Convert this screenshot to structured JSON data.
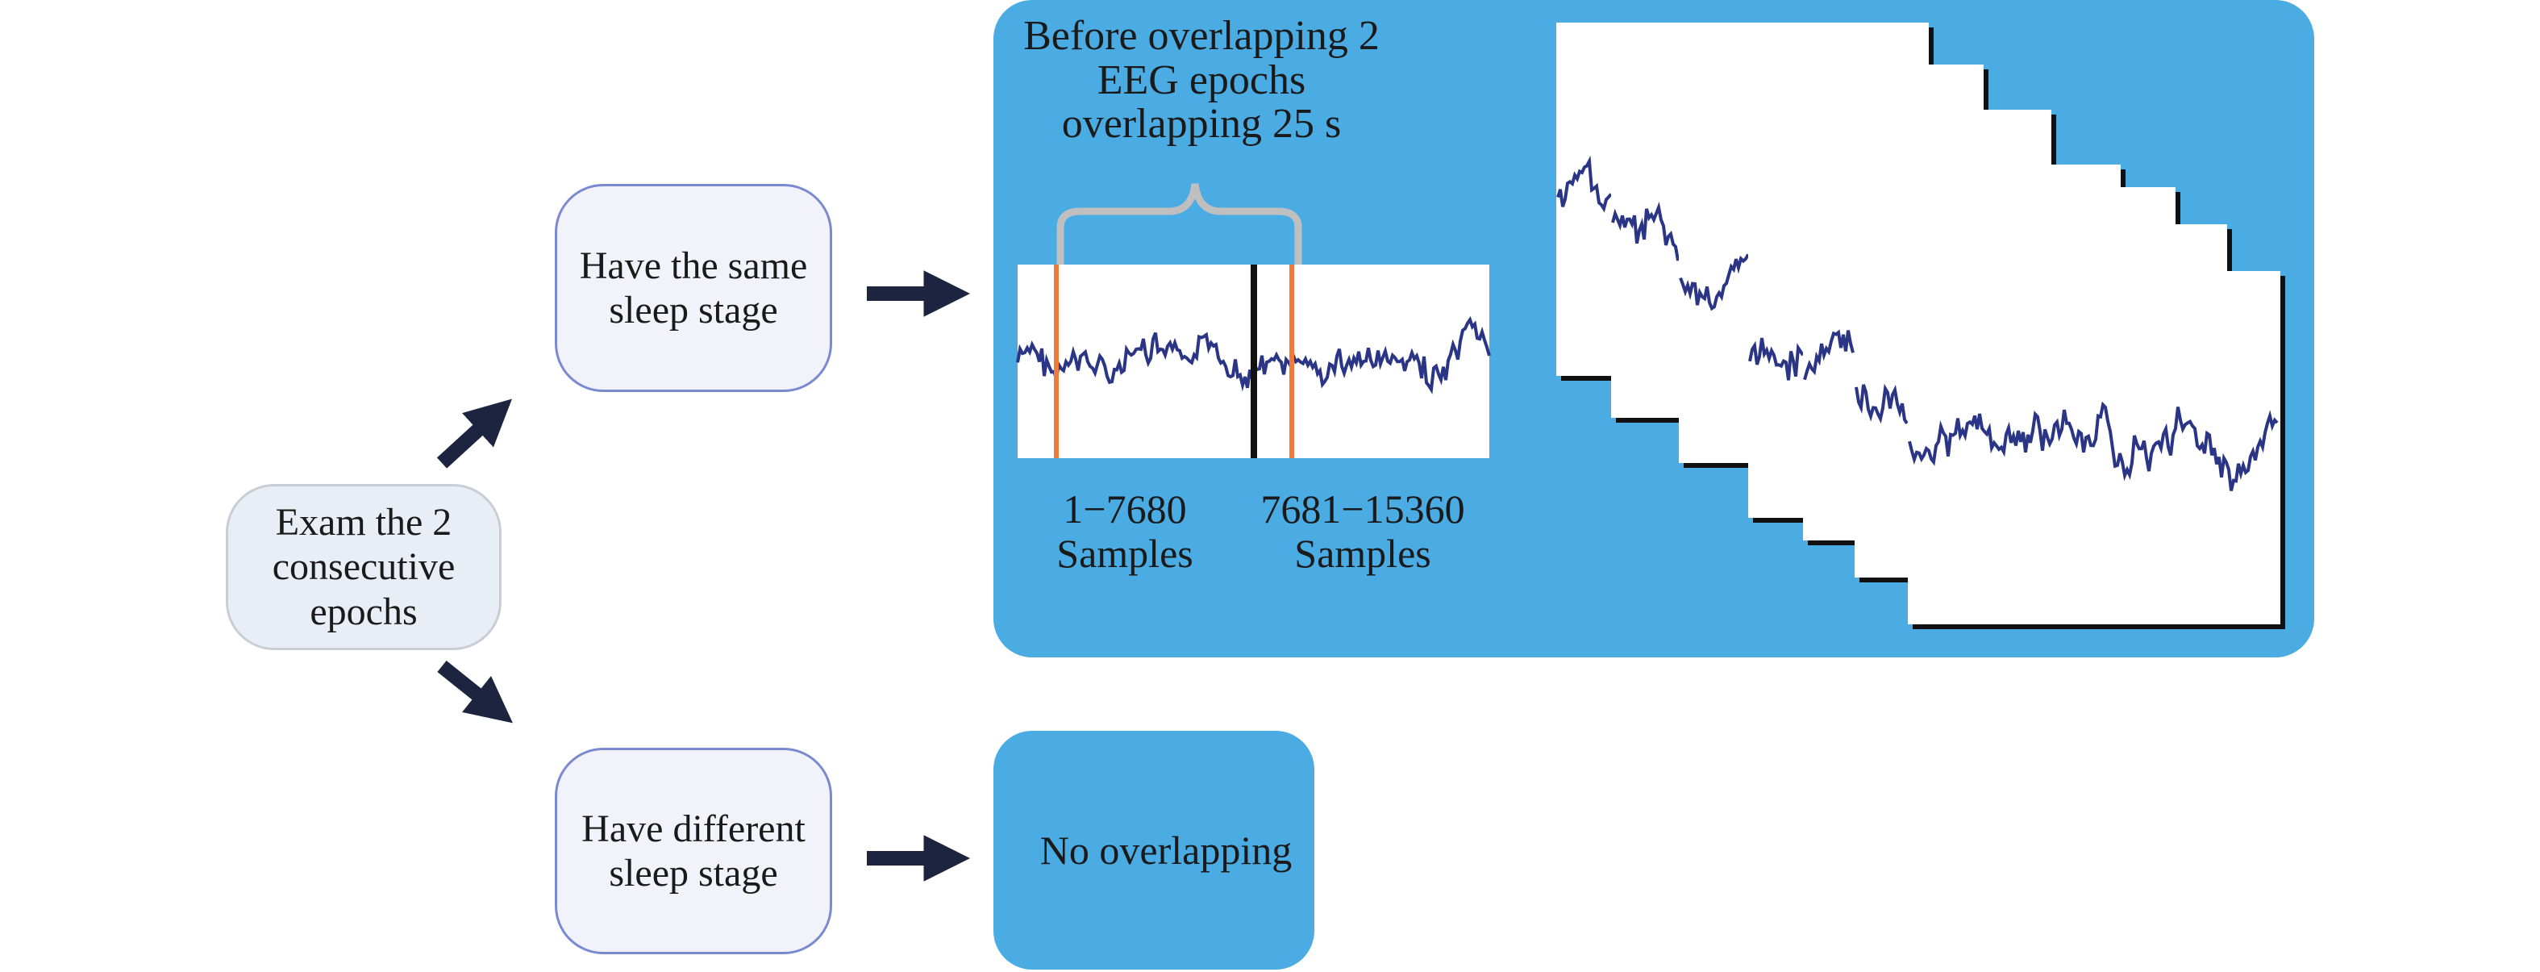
{
  "nodes": {
    "start": "Exam the 2 consecutive epochs",
    "same": "Have the same sleep stage",
    "different": "Have different sleep stage",
    "no_overlap": "No overlapping"
  },
  "overlap_panel": {
    "title": "Before overlapping 2 EEG epochs overlapping 25 s",
    "segment1_range": "1−7680",
    "segment1_unit": "Samples",
    "segment2_range": "7681−15360",
    "segment2_unit": "Samples"
  },
  "colors": {
    "panel": "#4aace3",
    "node_border": "#7a8ad0",
    "arrow": "#1c2440",
    "eeg_trace": "#2a3585",
    "overlap_marker": "#f07a3a",
    "brace": "#bfbfbf"
  },
  "icons": {
    "arrow": "arrow-icon",
    "brace": "curly-brace-icon"
  }
}
